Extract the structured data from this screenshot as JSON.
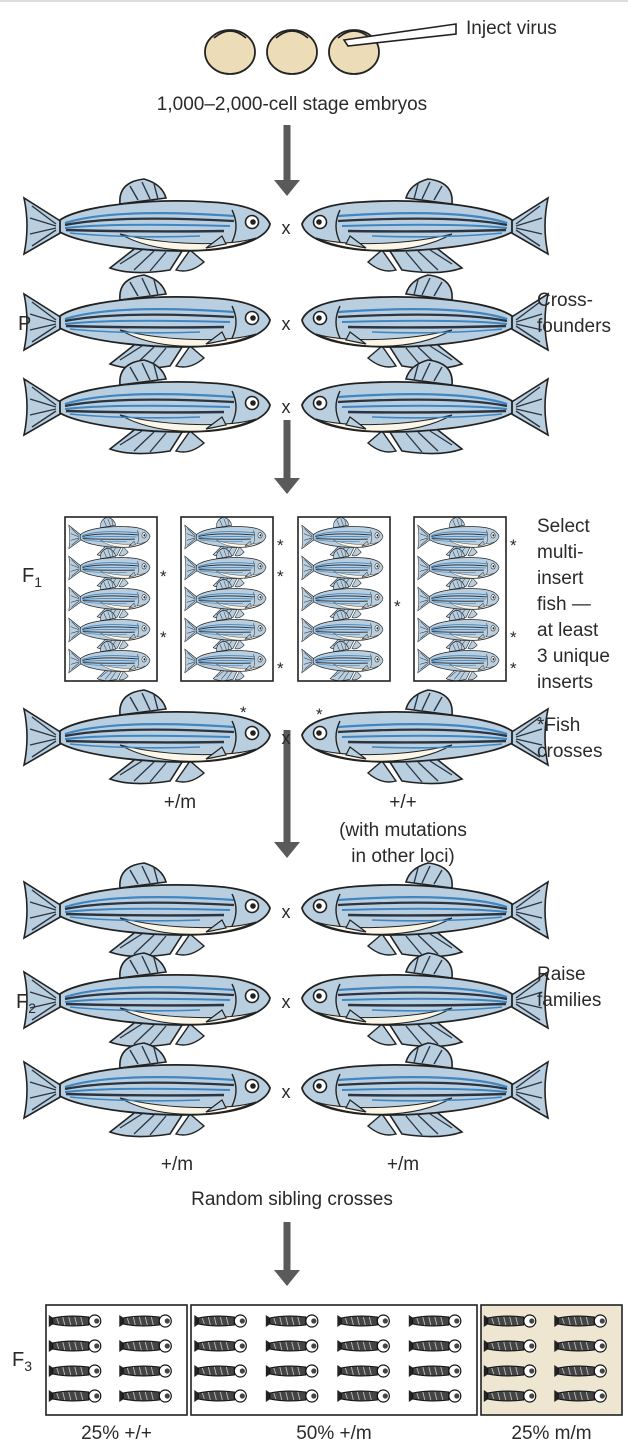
{
  "header": {
    "inject_label": "Inject virus",
    "embryo_caption": "1,000–2,000-cell stage embryos"
  },
  "generations": {
    "p": "P",
    "f1": "F",
    "f2": "F",
    "f3": "F",
    "f1_sub": "1",
    "f2_sub": "2",
    "f3_sub": "3"
  },
  "cross_symbol": "x",
  "star_symbol": "*",
  "notes": {
    "cross_founders": [
      "Cross-",
      "founders"
    ],
    "select_multi_insert": [
      "Select",
      "multi-",
      "insert",
      "fish —",
      "at least",
      "3 unique",
      "inserts"
    ],
    "fish_crosses": [
      "*Fish",
      "crosses"
    ],
    "raise_families": [
      "Raise",
      "families"
    ]
  },
  "f1_cross": {
    "left_genotype": "+/m",
    "right_genotype": "+/+",
    "right_note": [
      "(with mutations",
      "in other loci)"
    ]
  },
  "f2": {
    "left_genotype": "+/m",
    "right_genotype": "+/m",
    "caption": "Random sibling crosses"
  },
  "f3_outcomes": [
    {
      "label": "25% +/+",
      "fraction": 0.25,
      "background": "#ffffff"
    },
    {
      "label": "50% +/m",
      "fraction": 0.5,
      "background": "#ffffff"
    },
    {
      "label": "25% m/m",
      "fraction": 0.25,
      "background": "#efe6d2"
    }
  ],
  "colors": {
    "fish_body": "#b9cfe0",
    "fish_belly": "#fbf6e8",
    "fish_stripe_dark": "#2b3440",
    "fish_stripe_blue": "#3f86c2",
    "embryo": "#ecdcb8",
    "arrow": "#5a5a5a"
  }
}
